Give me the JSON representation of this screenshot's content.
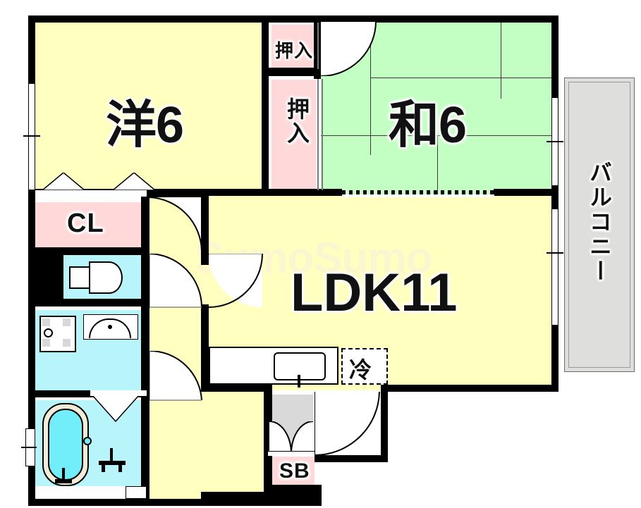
{
  "document": {
    "type": "floor-plan",
    "watermark": "SumoSumo"
  },
  "rooms": [
    {
      "id": "western-room",
      "label": "洋6",
      "color": "#ffffc0",
      "kind": "western-bedroom"
    },
    {
      "id": "japanese-room",
      "label": "和6",
      "color": "#c3ffc3",
      "kind": "tatami-room"
    },
    {
      "id": "ldk",
      "label": "LDK11",
      "color": "#ffffc0",
      "kind": "living-dining-kitchen"
    },
    {
      "id": "balcony",
      "label": "バルコニー",
      "color": "#dededc",
      "kind": "balcony"
    }
  ],
  "storage": [
    {
      "id": "closet-cl",
      "label": "CL",
      "color": "#ffd9d9"
    },
    {
      "id": "oshiire-upper",
      "label": "押入",
      "color": "#ffd9d9"
    },
    {
      "id": "oshiire-lower",
      "label": "押入",
      "color": "#ffd9d9"
    },
    {
      "id": "shoe-box",
      "label": "SB",
      "color": "#ffd9d9"
    }
  ],
  "fixtures": [
    {
      "id": "refrigerator-space",
      "label": "冷"
    },
    {
      "id": "toilet",
      "label": ""
    },
    {
      "id": "bathtub",
      "label": ""
    },
    {
      "id": "washbasin",
      "label": ""
    },
    {
      "id": "washing-machine",
      "label": ""
    },
    {
      "id": "kitchen-sink",
      "label": ""
    }
  ],
  "colors": {
    "wall": "#000000",
    "floor_yellow": "#ffffc0",
    "tatami_green": "#c3ffc3",
    "storage_pink": "#ffd9d9",
    "water_cyan": "#b8f5fa",
    "entry_gray": "#d9d9d9",
    "balcony_gray": "#dededc",
    "watermark": "#fbf6d0"
  }
}
